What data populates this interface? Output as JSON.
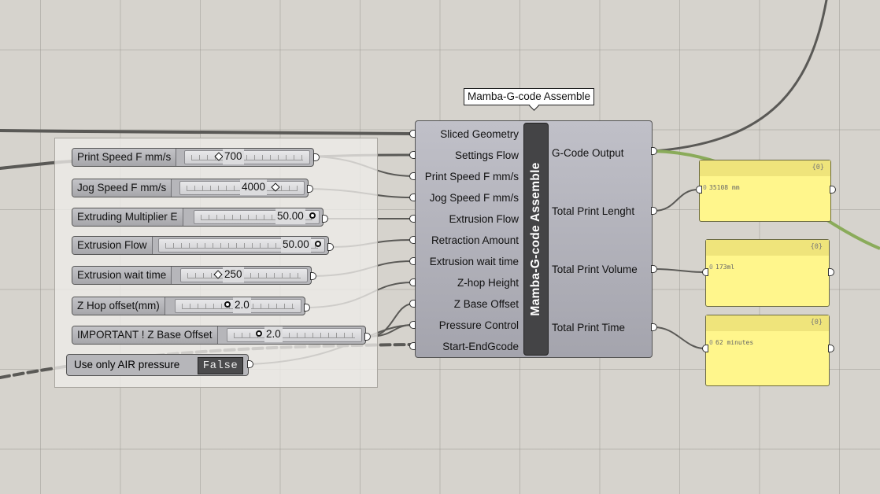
{
  "component": {
    "name": "Mamba-G-code Assemble",
    "tooltip": "Mamba-G-code Assemble",
    "inputs": [
      "Sliced Geometry",
      "Settings Flow",
      "Print Speed F mm/s",
      "Jog Speed F mm/s",
      "Extrusion Flow",
      "Retraction Amount",
      "Extrusion wait time",
      "Z-hop Height",
      "Z Base Offset",
      "Pressure Control",
      "Start-EndGcode"
    ],
    "outputs": [
      "G-Code Output",
      "Total Print Lenght",
      "Total Print Volume",
      "Total Print Time"
    ]
  },
  "sliders": [
    {
      "label": "Print Speed F mm/s",
      "value": "700"
    },
    {
      "label": "Jog Speed F mm/s",
      "value": "4000"
    },
    {
      "label": "Extruding Multiplier E",
      "value": "50.00"
    },
    {
      "label": "Extrusion Flow",
      "value": "50.00"
    },
    {
      "label": "Extrusion wait time",
      "value": "250"
    },
    {
      "label": "Z Hop offset(mm)",
      "value": "2.0"
    },
    {
      "label": "IMPORTANT ! Z Base Offset",
      "value": "2.0"
    }
  ],
  "toggle": {
    "label": "Use only AIR pressure",
    "value": "False"
  },
  "panels": [
    {
      "count": "{0}",
      "index": "0",
      "value": "35108 mm"
    },
    {
      "count": "{0}",
      "index": "0",
      "value": "173ml"
    },
    {
      "count": "{0}",
      "index": "0",
      "value": "62 minutes"
    }
  ]
}
